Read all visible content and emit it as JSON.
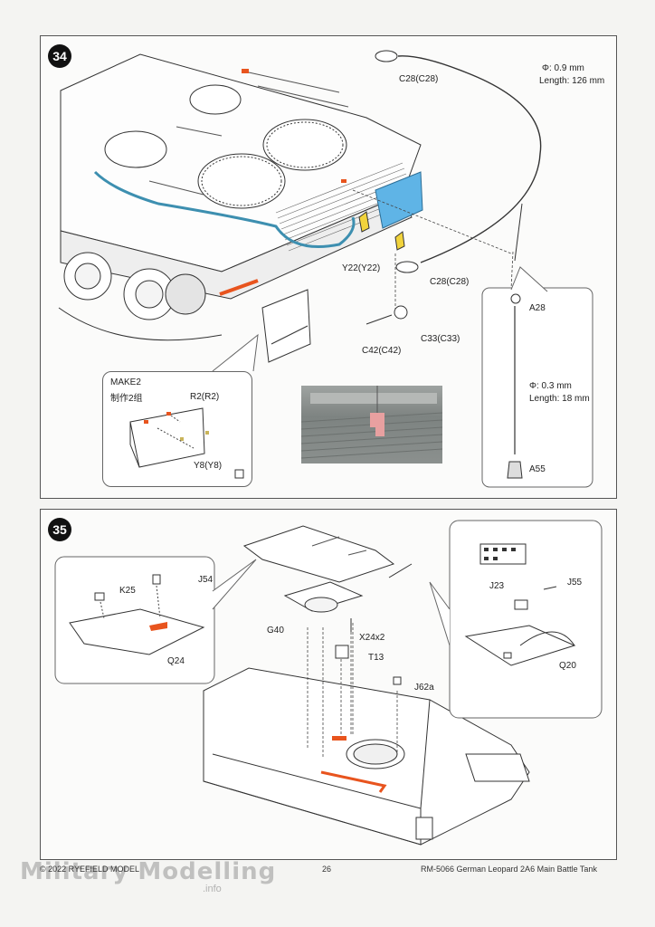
{
  "step34": {
    "number": "34",
    "labels": {
      "c28_top": "C28(C28)",
      "wire_diameter": "Φ: 0.9 mm",
      "wire_length": "Length: 126 mm",
      "y22": "Y22(Y22)",
      "c28_bottom": "C28(C28)",
      "c42": "C42(C42)",
      "c33": "C33(C33)",
      "a28": "A28",
      "antenna_diameter": "Φ: 0.3 mm",
      "antenna_length": "Length: 18 mm",
      "a55": "A55"
    },
    "callout": {
      "title_en": "MAKE2",
      "title_cn": "制作2组",
      "r2": "R2(R2)",
      "y8": "Y8(Y8)"
    }
  },
  "step35": {
    "number": "35",
    "left_callout": {
      "k25": "K25",
      "j54": "J54",
      "q24": "Q24"
    },
    "right_callout": {
      "j23": "J23",
      "j55": "J55",
      "q20": "Q20"
    },
    "main": {
      "g40": "G40",
      "x24": "X24x2",
      "t13": "T13",
      "j62a": "J62a"
    }
  },
  "footer": {
    "copyright": "© 2022 RYEFIELD MODEL",
    "page_number": "26",
    "product": "RM-5066 German Leopard 2A6 Main Battle Tank"
  },
  "watermark": {
    "text": "Military Modelling",
    "sub": ".info"
  },
  "colors": {
    "blue_wire": "#3d8fb0",
    "orange_part": "#e8541e",
    "light_blue_part": "#5fb4e6"
  }
}
